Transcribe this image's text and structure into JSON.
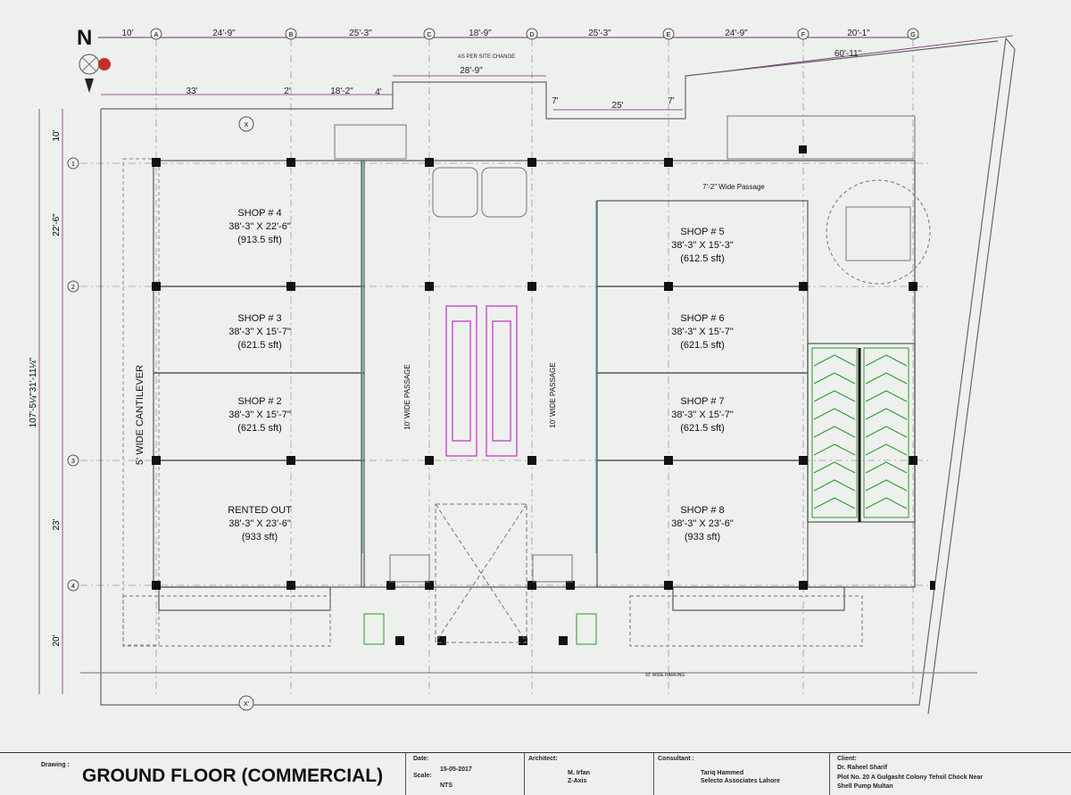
{
  "north": "N",
  "top_dims": [
    "10'",
    "24'-9\"",
    "25'-3\"",
    "18'-9\"",
    "25'-3\"",
    "24'-9\"",
    "20'-1\""
  ],
  "grid_letters": [
    "A",
    "B",
    "C",
    "D",
    "E",
    "F",
    "G"
  ],
  "grid_numbers": [
    "1",
    "2",
    "3",
    "4"
  ],
  "grid_x": [
    "X",
    "X'"
  ],
  "dims_upper": {
    "d1": "33'",
    "d2": "2'",
    "d3": "18'-2\"",
    "d4": "4'",
    "d5": "28'-9\"",
    "d6": "7'",
    "d7": "25'",
    "d8": "7'",
    "d9": "60'-11\""
  },
  "as_per_site": "AS PER SITE CHANGE",
  "left_dims": [
    "10'",
    "22'-6\"",
    "31'-11¼\"",
    "23'",
    "20'"
  ],
  "left_total": "107'-5¼\"",
  "shops": [
    {
      "name": "SHOP # 4",
      "size": "38'-3\" X 22'-6\"",
      "area": "(913.5 sft)"
    },
    {
      "name": "SHOP # 3",
      "size": "38'-3\" X 15'-7\"",
      "area": "(621.5 sft)"
    },
    {
      "name": "SHOP # 2",
      "size": "38'-3\" X 15'-7\"",
      "area": "(621.5 sft)"
    },
    {
      "name": "RENTED OUT",
      "size": "38'-3\" X 23'-6\"",
      "area": "(933 sft)"
    },
    {
      "name": "SHOP # 5",
      "size": "38'-3\" X 15'-3\"",
      "area": "(612.5 sft)"
    },
    {
      "name": "SHOP # 6",
      "size": "38'-3\" X 15'-7\"",
      "area": "(621.5 sft)"
    },
    {
      "name": "SHOP # 7",
      "size": "38'-3\" X 15'-7\"",
      "area": "(621.5 sft)"
    },
    {
      "name": "SHOP # 8",
      "size": "38'-3\" X 23'-6\"",
      "area": "(933 sft)"
    }
  ],
  "cantilever": "5' WIDE CANTILEVER",
  "passage_left": "10' WIDE PASSAGE",
  "passage_right": "10' WIDE PASSAGE",
  "wide_passage": "7'-2\" Wide Passage",
  "parking": "10' WIDE PARKING",
  "title_block": {
    "drawing_label": "Drawing :",
    "drawing_title": "GROUND FLOOR (COMMERCIAL)",
    "date_label": "Date:",
    "date": "15-05-2017",
    "scale_label": "Scale:",
    "scale": "NTS",
    "architect_label": "Architect:",
    "architect_name": "M. Irfan",
    "architect_firm": "Z-Axis",
    "consultant_label": "Consultant :",
    "consultant_name": "Tariq Hammed",
    "consultant_firm": "Selecto Associates Lahore",
    "client_label": "Client:",
    "client_name": "Dr. Raheel Sharif",
    "client_addr1": "Plot No. 20 A Gulgasht Colony Tehsil Chock Near",
    "client_addr2": "Shell Pump Multan"
  }
}
